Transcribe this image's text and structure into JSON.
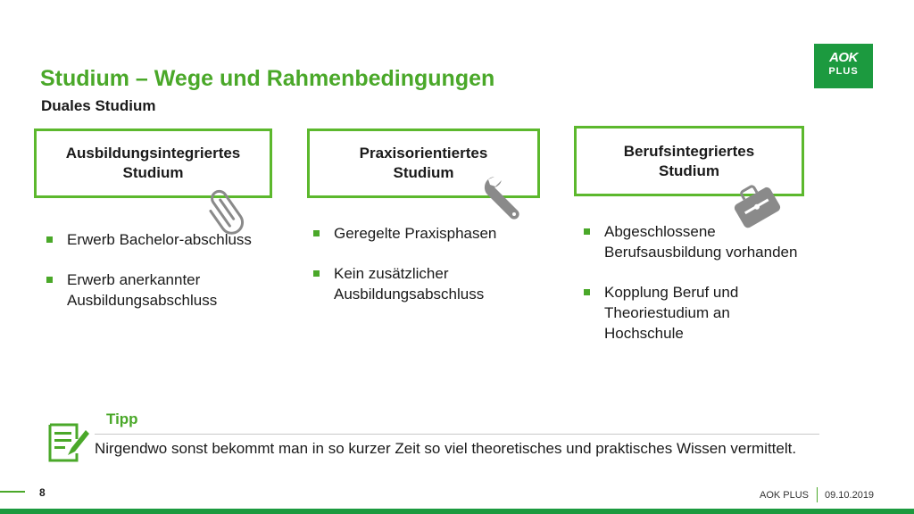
{
  "header": {
    "title": "Studium – Wege und Rahmenbedingungen",
    "subtitle": "Duales Studium"
  },
  "logo": {
    "line1": "AOK",
    "line2": "PLUS"
  },
  "colors": {
    "accent": "#4aa829",
    "border": "#5cb82d",
    "brand": "#1c9a3f",
    "icon_gray": "#8a8a8a"
  },
  "columns": [
    {
      "title_line1": "Ausbildungsintegriertes",
      "title_line2": "Studium",
      "icon": "paperclip-icon",
      "bullets": [
        "Erwerb Bachelor-abschluss",
        "Erwerb anerkannter Ausbildungsabschluss"
      ]
    },
    {
      "title_line1": "Praxisorientiertes",
      "title_line2": "Studium",
      "icon": "wrench-icon",
      "bullets": [
        "Geregelte Praxisphasen",
        "Kein zusätzlicher Ausbildungsabschluss"
      ]
    },
    {
      "title_line1": "Berufsintegriertes",
      "title_line2": "Studium",
      "icon": "toolbox-icon",
      "bullets": [
        "Abgeschlossene Berufsausbildung vorhanden",
        "Kopplung Beruf und Theoriestudium an Hochschule"
      ]
    }
  ],
  "tipp": {
    "label": "Tipp",
    "icon": "notepad-pencil-icon",
    "text": "Nirgendwo sonst bekommt man in so kurzer Zeit so viel theoretisches und praktisches Wissen vermittelt."
  },
  "footer": {
    "page_number": "8",
    "brand": "AOK PLUS",
    "date": "09.10.2019"
  }
}
